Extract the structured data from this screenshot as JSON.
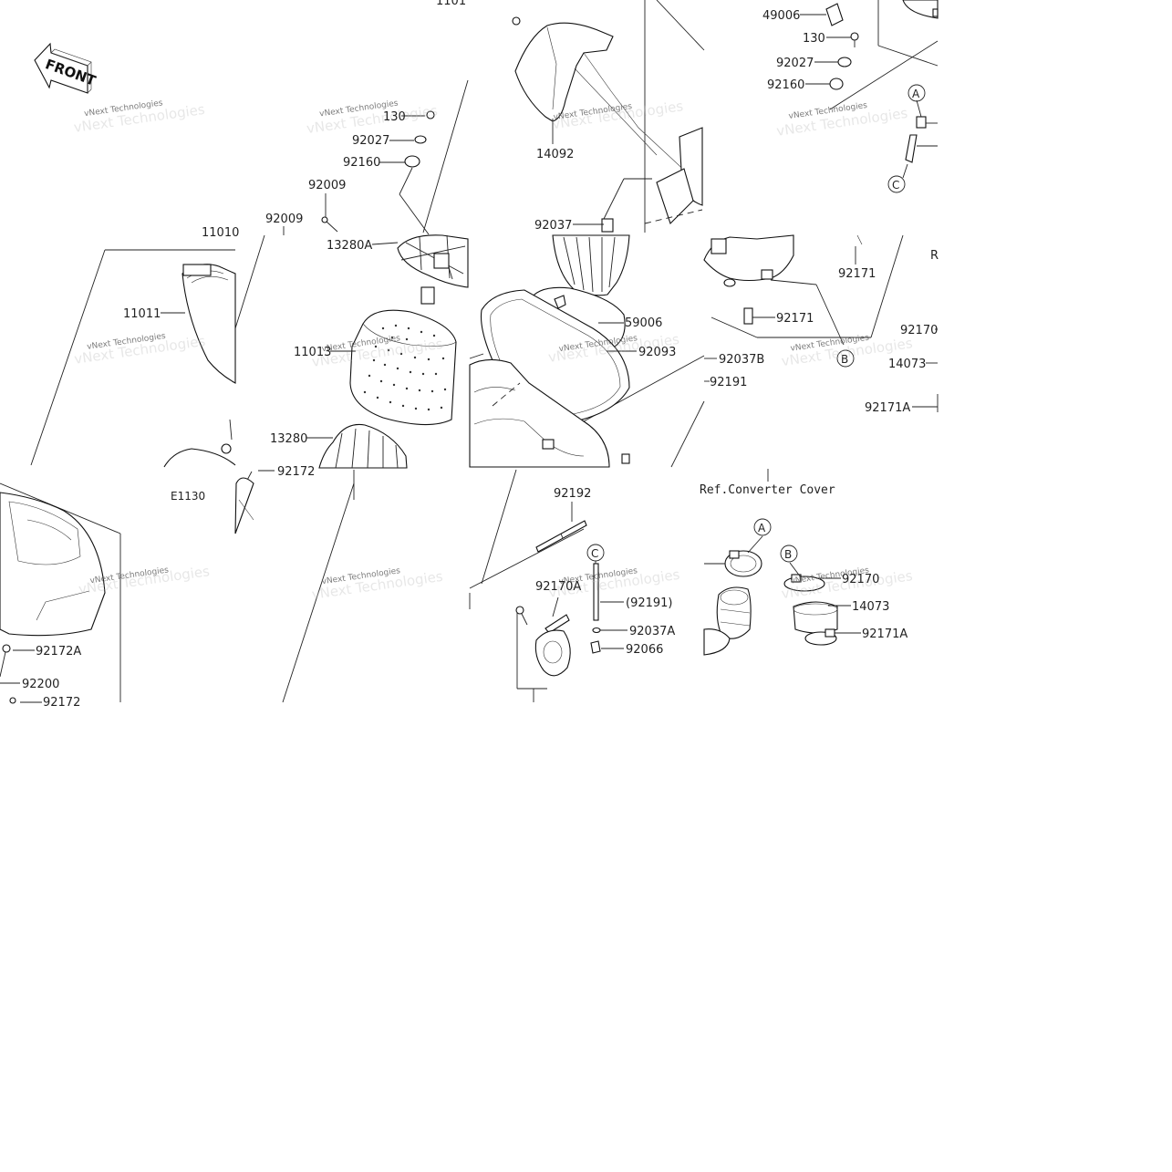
{
  "labels": {
    "p11011": "11011",
    "p11010": "11010",
    "p11013": "11013",
    "p11010b": "1101",
    "p130a": "130",
    "p130b": "130",
    "p92027a": "92027",
    "p92027b": "92027",
    "p92160a": "92160",
    "p92160b": "92160",
    "p92009a": "92009",
    "p92009b": "92009",
    "p13280A": "13280A",
    "p13280": "13280",
    "p14092": "14092",
    "p92037": "92037",
    "p49006": "49006",
    "p59006": "59006",
    "p92093": "92093",
    "p92037B": "92037B",
    "p92191": "92191",
    "p92171a": "92171",
    "p92171b": "92171",
    "p92170r": "92170",
    "p14073r": "14073",
    "p92171Ar": "92171A",
    "pR": "R",
    "pE1130": "E1130",
    "p92172top": "92172",
    "p92172A": "92172A",
    "p92200": "92200",
    "p92172bot": "92172",
    "p92192": "92192",
    "p92170A": "92170A",
    "p92191p": "(92191)",
    "p92037A": "92037A",
    "p92066": "92066",
    "refConverter": "Ref.Converter Cover",
    "p92170": "92170",
    "p14073": "14073",
    "p92171A": "92171A"
  },
  "callouts": {
    "A1": "A",
    "B1": "B",
    "C1": "C",
    "A2": "A",
    "B2": "B",
    "C2": "C"
  },
  "front_badge": "FRONT",
  "watermark": "vNext Technologies"
}
